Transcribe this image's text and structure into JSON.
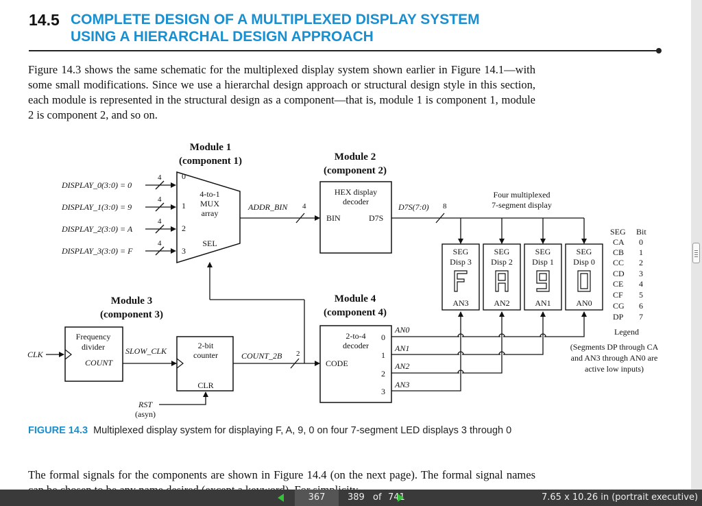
{
  "section": {
    "number": "14.5",
    "title_line1": "COMPLETE DESIGN OF A MULTIPLEXED DISPLAY SYSTEM",
    "title_line2": "USING A HIERARCHAL DESIGN APPROACH"
  },
  "paragraph1": "Figure 14.3 shows the same schematic for the multiplexed display system shown earlier in Figure 14.1—with some small modifications. Since we use a hierarchal design approach or structural design style in this section, each module is represented in the structural design as a component—that is, module 1 is component 1, module 2 is component 2, and so on.",
  "diagram": {
    "module1_title": "Module 1",
    "module1_sub": "(component 1)",
    "mux_line1": "4-to-1",
    "mux_line2": "MUX",
    "mux_line3": "array",
    "mux_sel": "SEL",
    "mux_in0": "0",
    "mux_in1": "1",
    "mux_in2": "2",
    "mux_in3": "3",
    "display_0": "DISPLAY_0(3:0) = 0",
    "display_1": "DISPLAY_1(3:0) = 9",
    "display_2": "DISPLAY_2(3:0) = A",
    "display_3": "DISPLAY_3(3:0) = F",
    "bus4": "4",
    "addr_bin": "ADDR_BIN",
    "module2_title": "Module 2",
    "module2_sub": "(component 2)",
    "hex_line1": "HEX display",
    "hex_line2": "decoder",
    "bin": "BIN",
    "d7s": "D7S",
    "d7s_bus": "D7S(7:0)",
    "bus8": "8",
    "four_mux_line1": "Four multiplexed",
    "four_mux_line2": "7-segment display",
    "seg": "SEG",
    "displays": [
      {
        "disp": "Disp 3",
        "an": "AN3"
      },
      {
        "disp": "Disp 2",
        "an": "AN2"
      },
      {
        "disp": "Disp 1",
        "an": "AN1"
      },
      {
        "disp": "Disp 0",
        "an": "AN0"
      }
    ],
    "seg_table_header_seg": "SEG",
    "seg_table_header_bit": "Bit",
    "seg_table": [
      {
        "seg": "CA",
        "bit": "0"
      },
      {
        "seg": "CB",
        "bit": "1"
      },
      {
        "seg": "CC",
        "bit": "2"
      },
      {
        "seg": "CD",
        "bit": "3"
      },
      {
        "seg": "CE",
        "bit": "4"
      },
      {
        "seg": "CF",
        "bit": "5"
      },
      {
        "seg": "CG",
        "bit": "6"
      },
      {
        "seg": "DP",
        "bit": "7"
      }
    ],
    "legend": "Legend",
    "legend_note_1": "(Segments DP through CA",
    "legend_note_2": "and AN3 through AN0 are",
    "legend_note_3": "active low inputs)",
    "module3_title": "Module 3",
    "module3_sub": "(component 3)",
    "freq_line1": "Frequency",
    "freq_line2": "divider",
    "count": "COUNT",
    "clk": "CLK",
    "slow_clk": "SLOW_CLK",
    "counter_line1": "2-bit",
    "counter_line2": "counter",
    "clr": "CLR",
    "count_2b": "COUNT_2B",
    "bus2": "2",
    "rst": "RST",
    "rst_sub": "(asyn)",
    "module4_title": "Module 4",
    "module4_sub": "(component 4)",
    "dec_line1": "2-to-4",
    "dec_line2": "decoder",
    "code": "CODE",
    "dec_out0": "0",
    "dec_out1": "1",
    "dec_out2": "2",
    "dec_out3": "3",
    "an0": "AN0",
    "an1": "AN1",
    "an2": "AN2",
    "an3": "AN3"
  },
  "caption": {
    "label": "FIGURE 14.3",
    "text": "Multiplexed display system for displaying F, A, 9, 0 on four 7-segment LED displays 3 through 0"
  },
  "paragraph2": "The formal signals for the components are shown in Figure 14.4 (on the next page). The formal signal names can be chosen to be any name desired (except a keyword). For simplicity",
  "statusbar": {
    "current_page": "367",
    "physical_page": "389",
    "of": "of",
    "total_pages": "741",
    "page_size": "7.65 x 10.26 in (portrait executive)"
  },
  "colors": {
    "accent": "#1a8fd0",
    "nav_arrow": "#35c23a"
  }
}
